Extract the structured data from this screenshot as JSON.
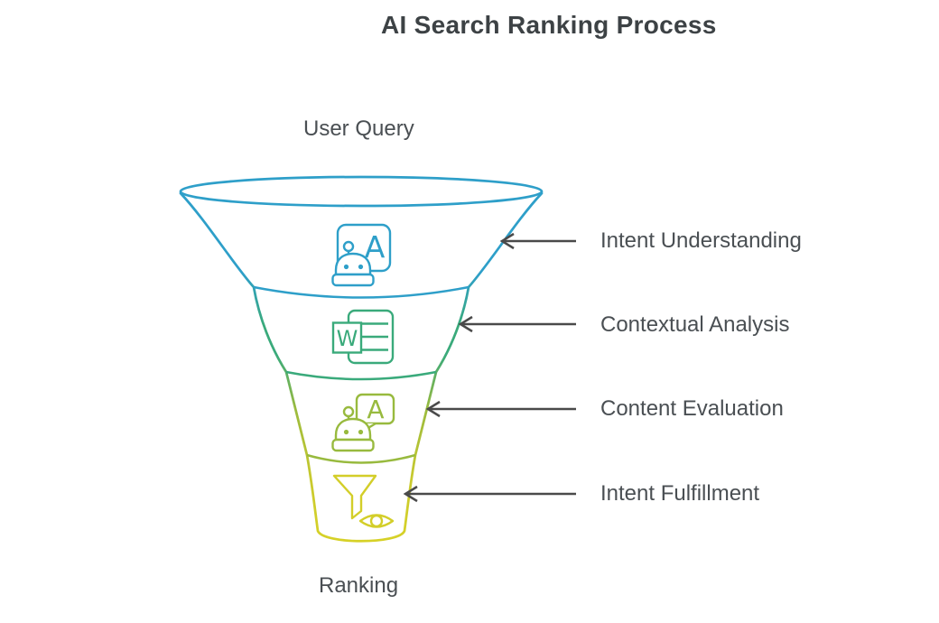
{
  "title": "AI Search Ranking Process",
  "funnel": {
    "input_label": "User Query",
    "output_label": "Ranking",
    "stages": [
      {
        "label": "Intent Understanding",
        "icon": "robot-translate-icon",
        "glyph": "A",
        "color": "#2e9fc9"
      },
      {
        "label": "Contextual Analysis",
        "icon": "word-document-icon",
        "glyph": "W",
        "color": "#3aaa7b"
      },
      {
        "label": "Content Evaluation",
        "icon": "robot-chat-icon",
        "glyph": "A",
        "color": "#98ba3e"
      },
      {
        "label": "Intent Fulfillment",
        "icon": "filter-eye-icon",
        "color": "#d3ce29"
      }
    ]
  },
  "colors": {
    "background": "#ffffff",
    "arrow": "#4a4a4a",
    "title_text": "#3d4245",
    "label_text": "#4a4f53",
    "funnel_gradient": [
      "#2e9fc9",
      "#3aaa7b",
      "#9cbb3d",
      "#d8d226"
    ]
  }
}
